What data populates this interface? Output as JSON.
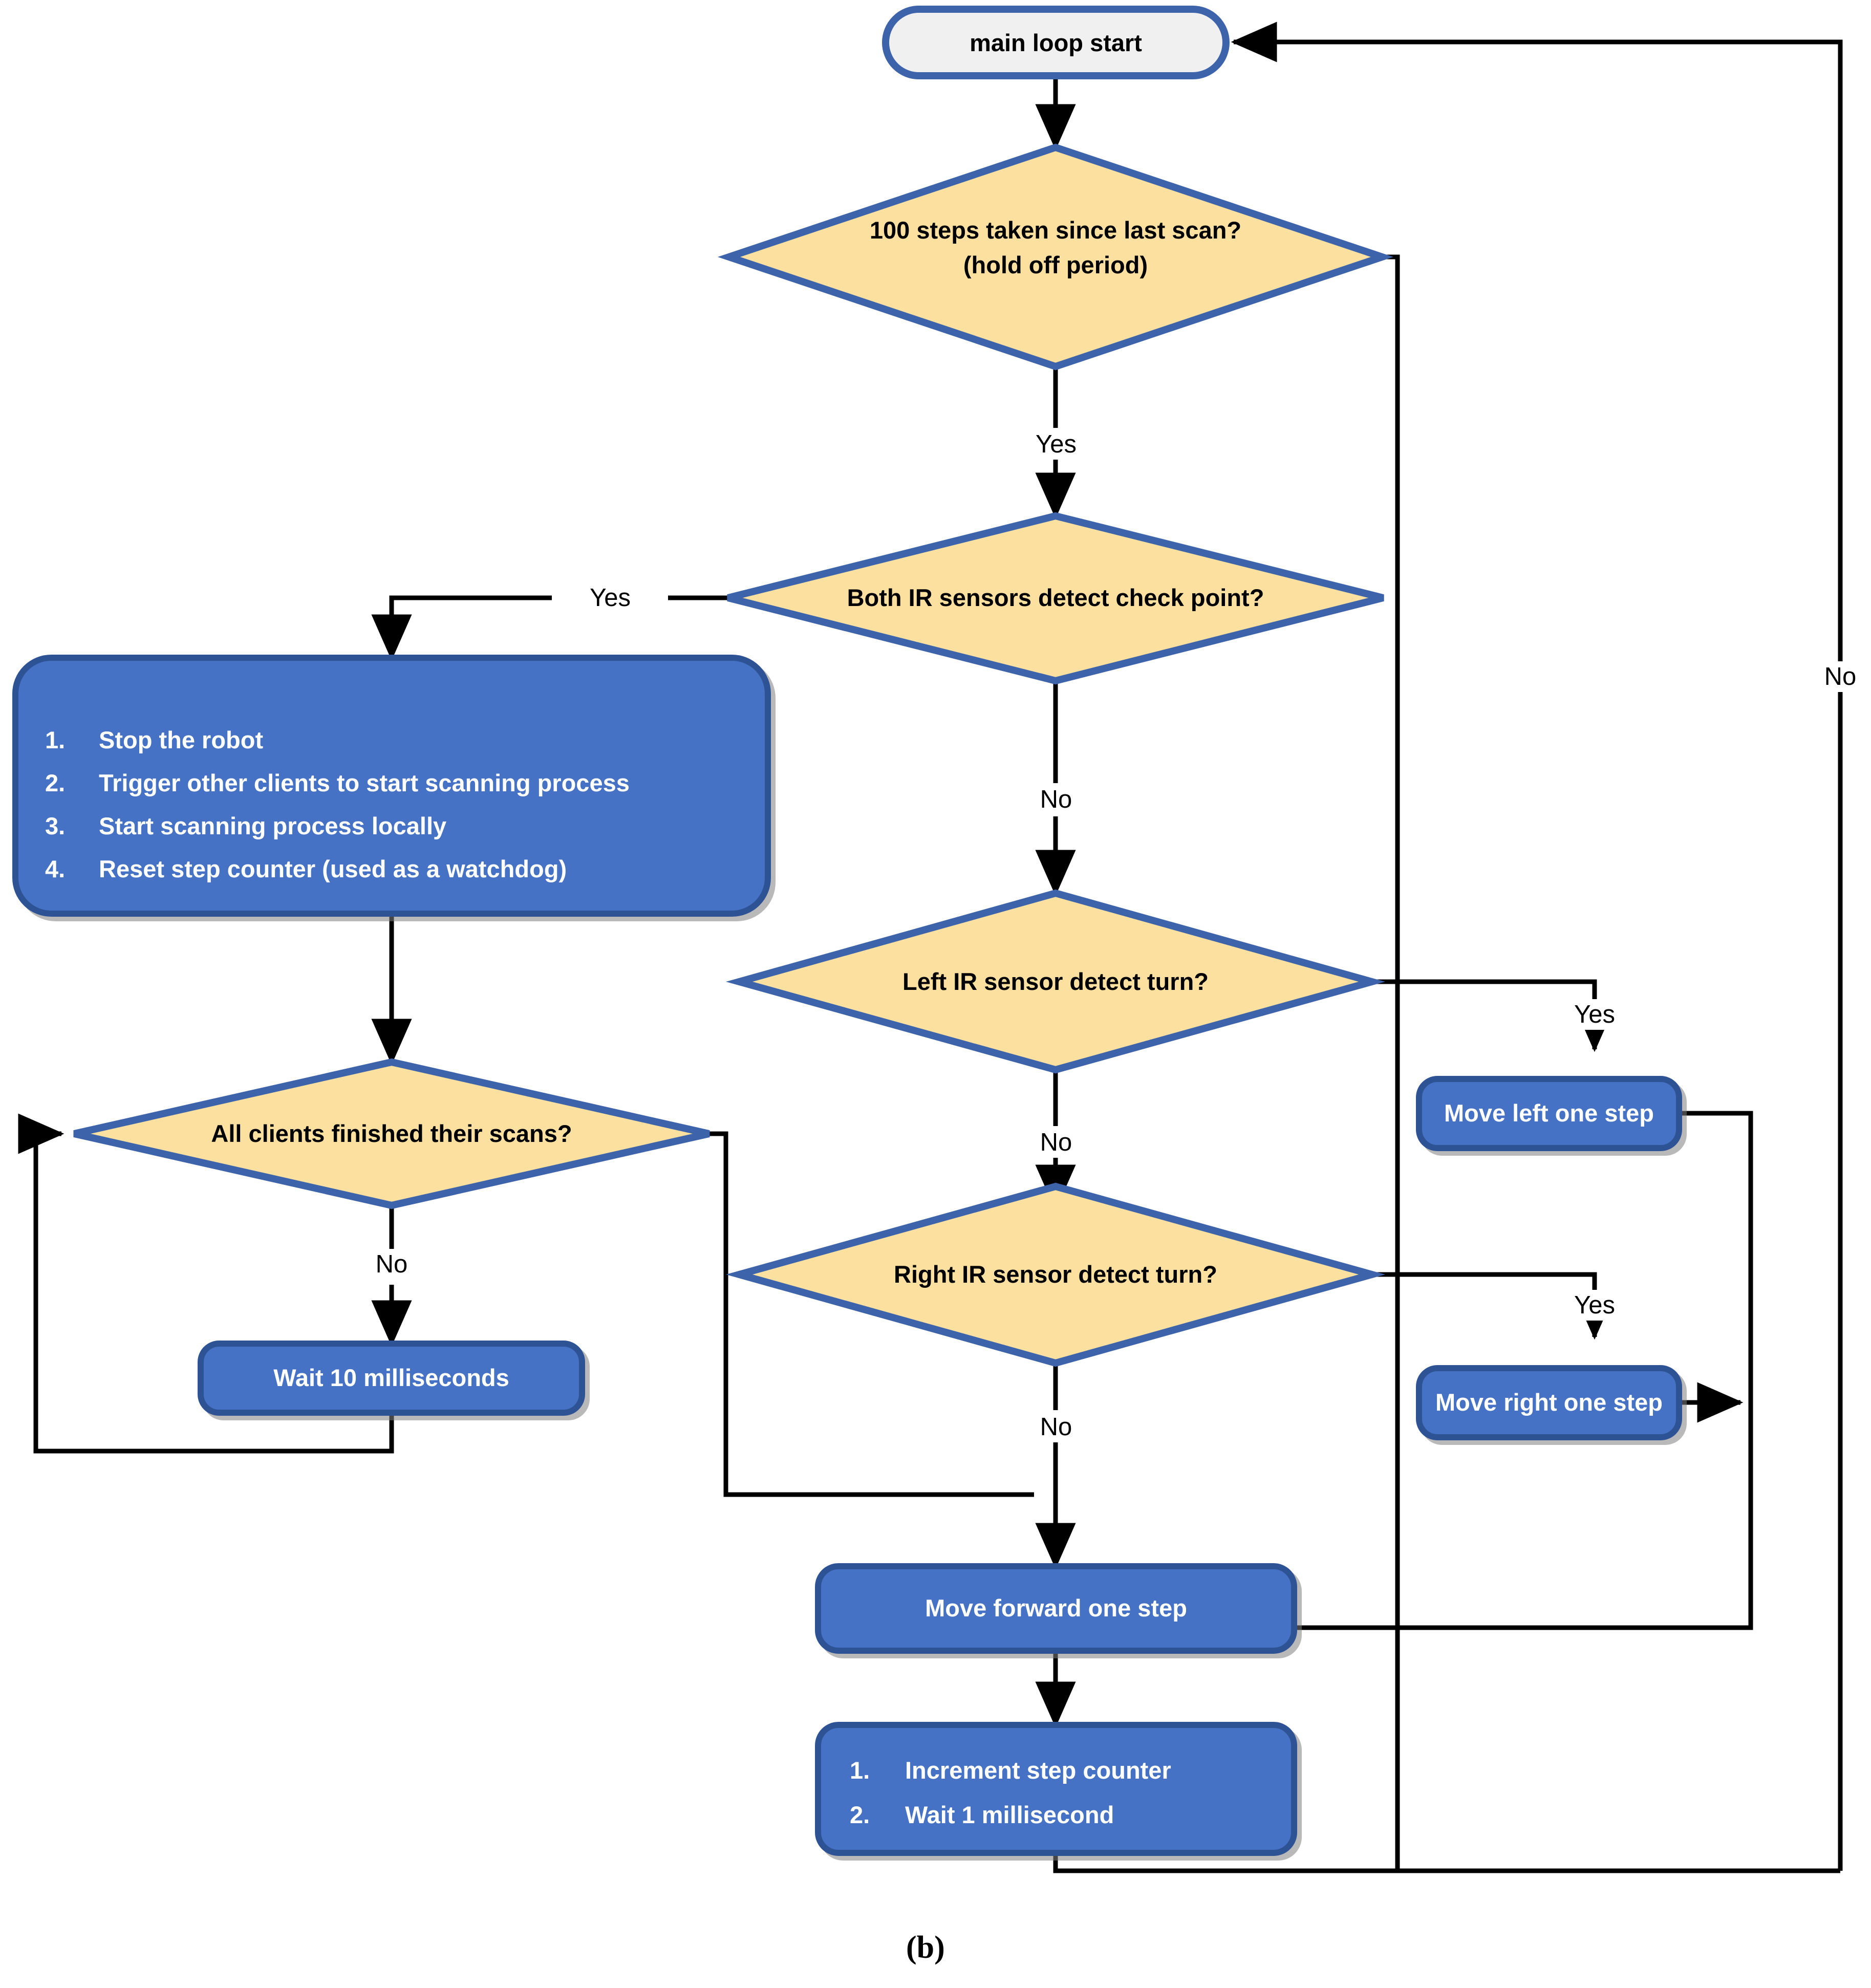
{
  "figure": {
    "caption": "(b)",
    "colors": {
      "decision_fill": "#FBE0A0",
      "decision_stroke": "#3D63AA",
      "process_fill": "#4472C4",
      "process_stroke": "#2E5395",
      "terminator_fill": "#F0F0F0",
      "terminator_stroke": "#3D63AA",
      "connector": "#000000",
      "process_text": "#FFFFFF",
      "decision_text": "#000000"
    }
  },
  "nodes": {
    "start": {
      "label": "main loop start",
      "type": "terminator"
    },
    "d_holdoff": {
      "line1": "100 steps taken since last scan?",
      "line2": "(hold off period)",
      "type": "decision"
    },
    "d_both_ir": {
      "label": "Both IR sensors detect check point?",
      "type": "decision"
    },
    "scan_actions": {
      "type": "process",
      "items": [
        {
          "num": "1.",
          "text": "Stop the robot"
        },
        {
          "num": "2.",
          "text": "Trigger other clients to start scanning process"
        },
        {
          "num": "3.",
          "text": "Start scanning process locally"
        },
        {
          "num": "4.",
          "text": "Reset step counter (used as a watchdog)"
        }
      ]
    },
    "d_all_clients": {
      "label": "All clients finished their scans?",
      "type": "decision"
    },
    "wait10": {
      "label": "Wait 10 milliseconds",
      "type": "process"
    },
    "d_left_ir": {
      "label": "Left IR sensor detect turn?",
      "type": "decision"
    },
    "move_left": {
      "label": "Move left one step",
      "type": "process"
    },
    "d_right_ir": {
      "label": "Right IR sensor detect turn?",
      "type": "decision"
    },
    "move_right": {
      "label": "Move right one step",
      "type": "process"
    },
    "move_forward": {
      "label": "Move forward one step",
      "type": "process"
    },
    "counter_actions": {
      "type": "process",
      "items": [
        {
          "num": "1.",
          "text": "Increment step counter"
        },
        {
          "num": "2.",
          "text": "Wait 1 millisecond"
        }
      ]
    }
  },
  "edge_labels": {
    "holdoff_yes": "Yes",
    "holdoff_no": "No",
    "both_ir_yes": "Yes",
    "both_ir_no": "No",
    "all_clients_no": "No",
    "left_ir_yes": "Yes",
    "left_ir_no": "No",
    "right_ir_yes": "Yes",
    "right_ir_no": "No"
  }
}
